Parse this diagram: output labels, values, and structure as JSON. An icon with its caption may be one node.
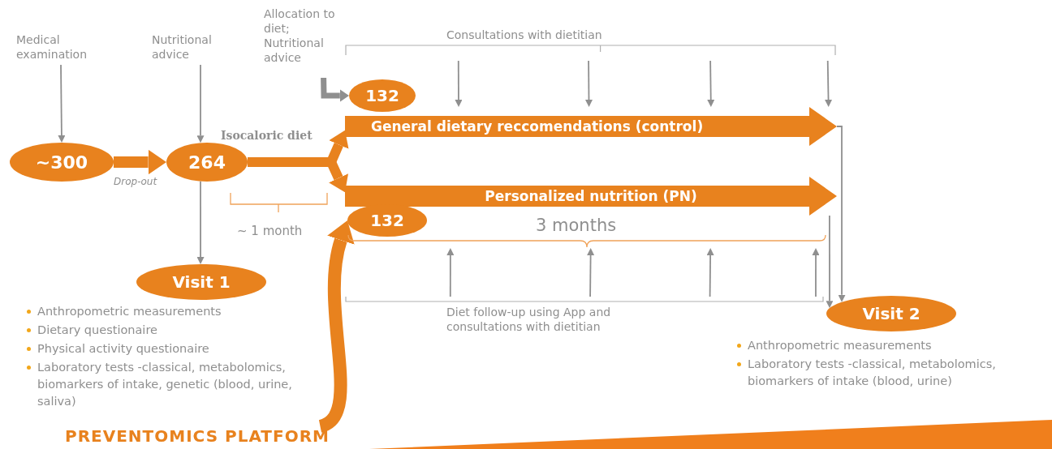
{
  "diagram": {
    "nodes": [
      {
        "text": [
          "Medical examination"
        ]
      },
      {
        "text": [
          "~300"
        ]
      },
      {
        "text": [
          "Nutritional advice"
        ]
      },
      {
        "text": [
          "264"
        ]
      },
      {
        "text": [
          "Allocation to diet; Nutritional advice"
        ]
      },
      {
        "text": [
          "132"
        ]
      },
      {
        "text": [
          "General dietary reccomendations (control)"
        ]
      },
      {
        "text": [
          "Personalized nutrition (PN)"
        ]
      },
      {
        "text": [
          "132"
        ]
      },
      {
        "text": [
          "Visit 1"
        ],
        "beside": [
          "Anthropometric measurements",
          "Dietary questionaire",
          "Physical activity questionaire",
          "Laboratory tests -classical, metabolomics, biomarkers of intake, genetic (blood, urine, saliva)"
        ]
      },
      {
        "text": [
          "Visit 2"
        ],
        "beside": [
          "Anthropometric measurements",
          "Laboratory tests -classical, metabolomics, biomarkers of intake (blood, urine)"
        ]
      },
      {
        "text": [
          "Consultations with dietitian"
        ]
      },
      {
        "text": [
          "Diet follow-up using App and consultations with dietitian"
        ]
      },
      {
        "text": [
          "PREVENTOMICS PLATFORM"
        ]
      },
      {
        "text": [
          "3 months"
        ]
      }
    ],
    "edges": [
      {
        "from": 0,
        "to": 1,
        "arrow": "to"
      },
      {
        "from": 2,
        "to": 3,
        "arrow": "to"
      },
      {
        "from": 4,
        "to": 5,
        "arrow": "to",
        "style": "thick"
      },
      {
        "from": 1,
        "to": 3,
        "arrow": "to",
        "style": "thick",
        "color": "#e8821e"
      },
      {
        "from": 3,
        "to": 6,
        "arrow": "to",
        "style": "thick",
        "color": "#e8821e"
      },
      {
        "from": 3,
        "to": 7,
        "arrow": "to",
        "style": "thick",
        "color": "#e8821e"
      },
      {
        "from": 3,
        "to": 9,
        "arrow": "to"
      },
      {
        "from": 11,
        "to": 6,
        "arrow": "to"
      },
      {
        "from": 11,
        "to": 6,
        "arrow": "to"
      },
      {
        "from": 11,
        "to": 6,
        "arrow": "to"
      },
      {
        "from": 11,
        "to": 6,
        "arrow": "to"
      },
      {
        "from": 12,
        "to": 14,
        "arrow": "to"
      },
      {
        "from": 12,
        "to": 14,
        "arrow": "to"
      },
      {
        "from": 12,
        "to": 14,
        "arrow": "to"
      },
      {
        "from": 12,
        "to": 14,
        "arrow": "to"
      },
      {
        "from": 6,
        "to": 10,
        "arrow": "to"
      },
      {
        "from": 7,
        "to": 10,
        "arrow": "to"
      },
      {
        "from": 13,
        "to": 8,
        "arrow": "to",
        "style": "thick",
        "color": "#e8821e"
      }
    ],
    "labels": [
      "Drop-out",
      "Isocaloric diet",
      "~ 1 month"
    ]
  }
}
